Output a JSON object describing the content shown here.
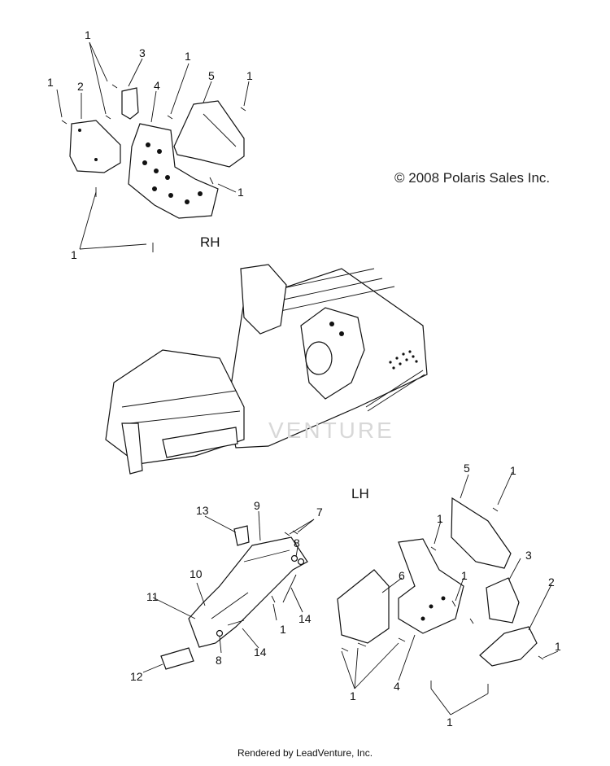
{
  "copyright": "© 2008 Polaris Sales Inc.",
  "footer": "Rendered by LeadVenture, Inc.",
  "sections": {
    "rh": "RH",
    "lh": "LH"
  },
  "watermark": "VENTURE",
  "callouts": {
    "rh_1a": "1",
    "rh_1b": "1",
    "rh_1c": "1",
    "rh_1d": "1",
    "rh_1e": "1",
    "rh_1f": "1",
    "rh_2": "2",
    "rh_3": "3",
    "rh_4": "4",
    "rh_5": "5",
    "lh_1a": "1",
    "lh_1b": "1",
    "lh_1c": "1",
    "lh_1d": "1",
    "lh_1e": "1",
    "lh_1f": "1",
    "lh_2": "2",
    "lh_3": "3",
    "lh_4": "4",
    "lh_5": "5",
    "lh_6": "6",
    "sh_7": "7",
    "sh_8a": "8",
    "sh_8b": "8",
    "sh_9": "9",
    "sh_10": "10",
    "sh_11": "11",
    "sh_12": "12",
    "sh_13": "13",
    "sh_14a": "14",
    "sh_14b": "14"
  }
}
